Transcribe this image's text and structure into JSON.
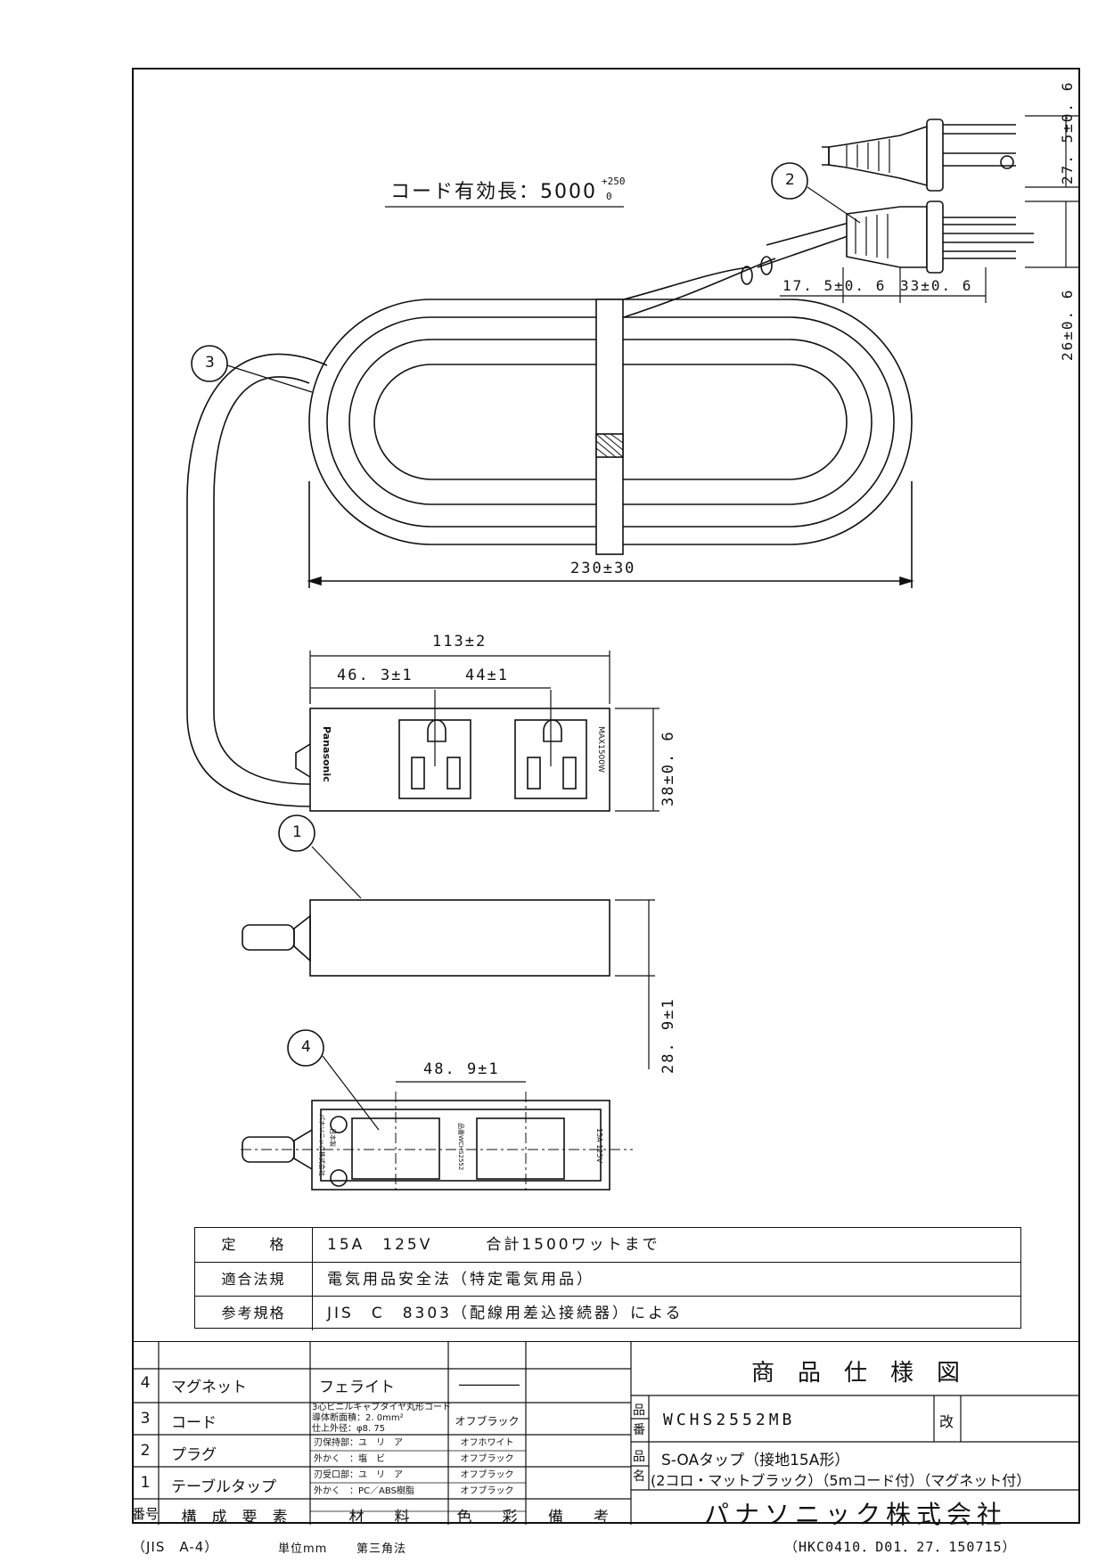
{
  "drawing": {
    "cord_length_label": "コード有効長：5000",
    "cord_length_tol_plus": "+250",
    "cord_length_tol_minus": "0",
    "dim_coil_width": "230±30",
    "dim_tap_length": "113±2",
    "dim_left_offset": "46. 3±1",
    "dim_outlet_pitch": "44±1",
    "dim_tap_width": "38±0. 6",
    "dim_tap_height": "28. 9±1",
    "dim_magnet_pitch": "48. 9±1",
    "dim_plug_body": "17. 5±0. 6",
    "dim_plug_len": "33±0. 6",
    "dim_plug_width": "26±0. 6",
    "dim_plug_pin": "27. 5±0. 6",
    "callouts": [
      "1",
      "2",
      "3",
      "4"
    ],
    "brand_mark": "Panasonic",
    "max_mark": "MAX1500W",
    "back_rating": "15A 125V",
    "back_maker": "パナソニック株式会社",
    "back_origin": "日本製",
    "back_label": "品番WCHS2552"
  },
  "ratings": [
    {
      "label": "定　　格",
      "value": "15A　125V　　　合計1500ワットまで"
    },
    {
      "label": "適合法規",
      "value": "電気用品安全法（特定電気用品）"
    },
    {
      "label": "参考規格",
      "value": "JIS　C　8303（配線用差込接続器）による"
    }
  ],
  "parts_table": {
    "headers": {
      "no": "番号",
      "name": "構　成　要　素",
      "material": "材　　料",
      "color": "色　　彩",
      "note": "備　　考"
    },
    "rows": [
      {
        "no": "4",
        "name": "マグネット",
        "material": "フェライト",
        "color": "――――"
      },
      {
        "no": "3",
        "name": "コード",
        "material_lines": [
          "3心ビニルキャブタイヤ丸形コード",
          "導体断面積：2. 0mm²",
          "仕上外径：φ8. 75"
        ],
        "color": "オフブラック"
      },
      {
        "no": "2",
        "name": "プラグ",
        "material_lines": [
          "刃保持部：ユ　リ　ア",
          "外かく　：塩　ビ"
        ],
        "color_lines": [
          "オフホワイト",
          "オフブラック"
        ]
      },
      {
        "no": "1",
        "name": "テーブルタップ",
        "material_lines": [
          "刃受口部：ユ　リ　ア",
          "外かく　：PC／ABS樹脂"
        ],
        "color_lines": [
          "オフブラック",
          "オフブラック"
        ]
      }
    ]
  },
  "title_block": {
    "title": "商　品　仕　様　図",
    "part_no_label": "品番",
    "part_no": "WCHS2552MB",
    "revision_label": "改",
    "product_name_label": "品名",
    "product_name_line1": "S-OAタップ（接地15A形）",
    "product_name_line2": "(2コロ・マットブラック）（5mコード付）（マグネット付）",
    "company": "パナソニック株式会社"
  },
  "footer": {
    "paper": "（JIS　A-4）",
    "unit": "単位mm",
    "projection": "第三角法",
    "doc_code": "（HKC0410．D01．27．150715）"
  }
}
